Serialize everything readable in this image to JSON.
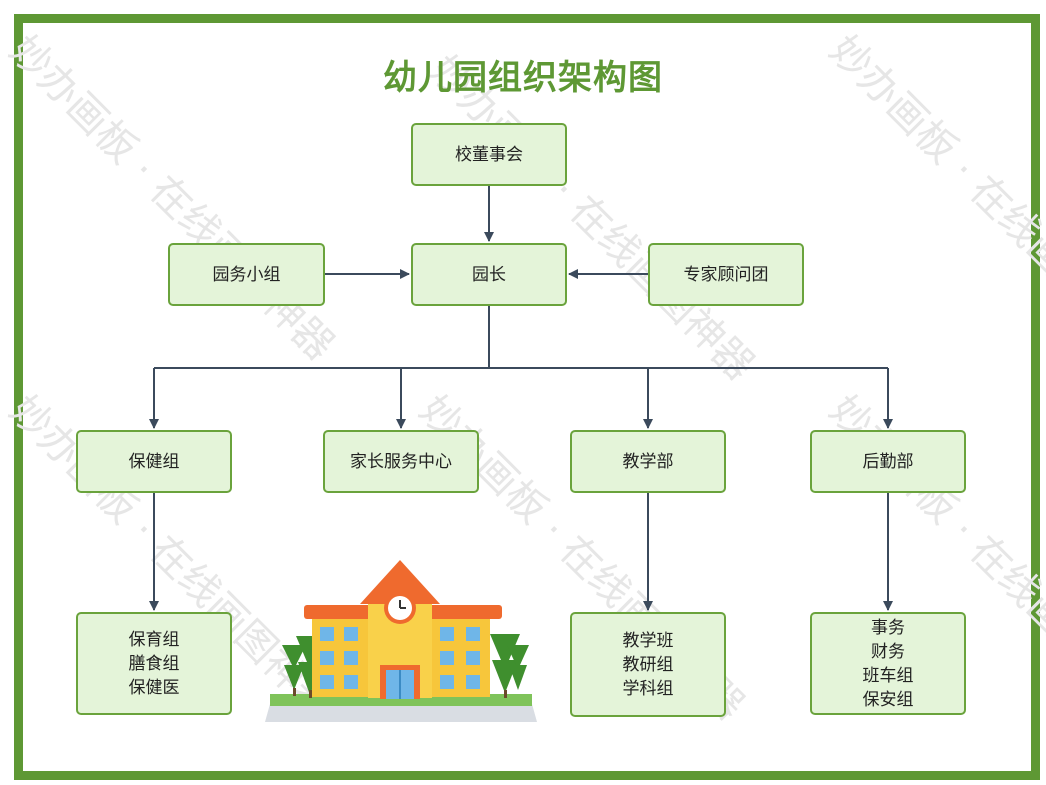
{
  "title": "幼儿园组织架构图",
  "watermark": "妙办画板 · 在线画图神器",
  "nodes": {
    "board": "校董事会",
    "principal": "园长",
    "affairs_group": "园务小组",
    "expert_group": "专家顾问团",
    "health_group": "保健组",
    "parent_center": "家长服务中心",
    "teaching_dept": "教学部",
    "logistics_dept": "后勤部",
    "health_sub": "保育组\n膳食组\n保健医",
    "teaching_sub": "教学班\n教研组\n学科组",
    "logistics_sub": "事务\n财务\n班车组\n保安组"
  },
  "colors": {
    "frame": "#5e9834",
    "node_fill": "#e4f4d9",
    "node_border": "#6aa33c",
    "connector": "#3b4a5c"
  }
}
